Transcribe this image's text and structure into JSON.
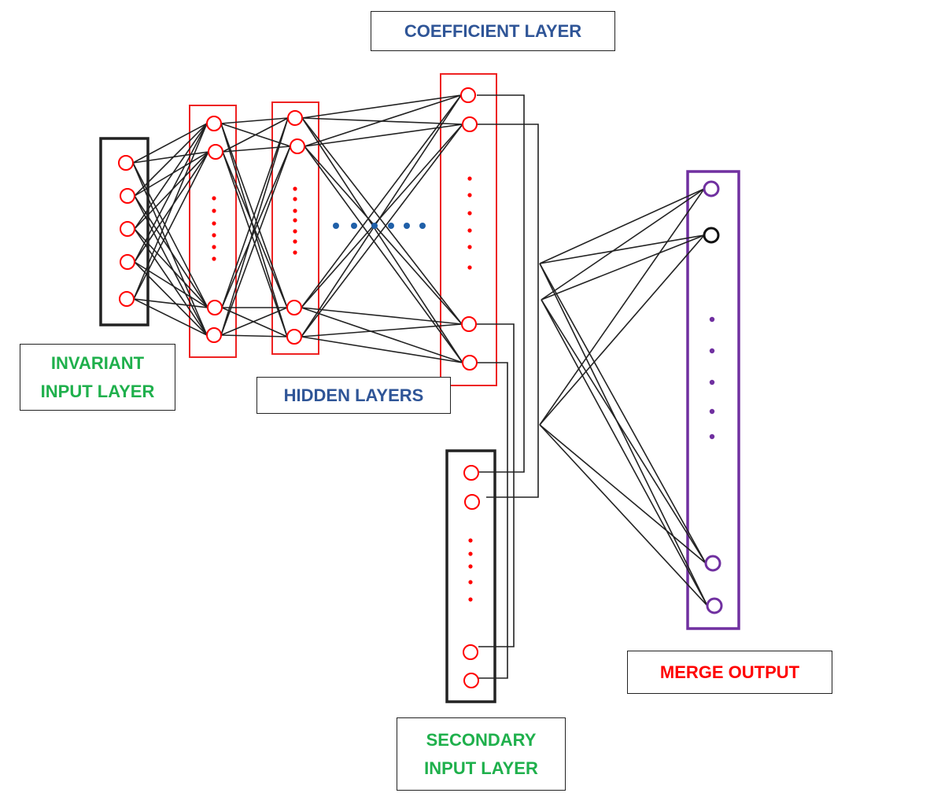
{
  "labels": {
    "coefficient_layer": "COEFFICIENT LAYER",
    "invariant_input_layer": "INVARIANT\nINPUT LAYER",
    "hidden_layers": "HIDDEN LAYERS",
    "secondary_input_layer": "SECONDARY\nINPUT LAYER",
    "merge_output": "MERGE OUTPUT"
  },
  "colors": {
    "input_label": "#1fb04c",
    "blue_label": "#2f5597",
    "red_label": "#ff0000",
    "node_red": "#ff0000",
    "node_purple": "#7030a0",
    "node_black": "#111111",
    "edge": "#222222",
    "ellipsis_blue": "#1f5fa8"
  }
}
